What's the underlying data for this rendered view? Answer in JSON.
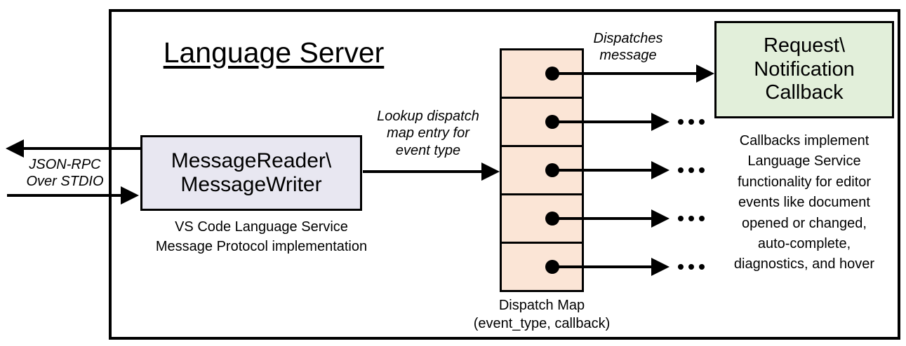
{
  "title": "Language Server",
  "io_label": [
    "JSON-RPC",
    "Over STDIO"
  ],
  "reader_box": [
    "MessageReader\\",
    "MessageWriter"
  ],
  "reader_caption": [
    "VS Code Language Service",
    "Message Protocol implementation"
  ],
  "lookup_label": [
    "Lookup dispatch",
    "map entry for",
    "event type"
  ],
  "dispatch_label": [
    "Dispatches",
    "message"
  ],
  "callback_box": [
    "Request\\",
    "Notification",
    "Callback"
  ],
  "callback_note": [
    "Callbacks implement",
    "Language Service",
    "functionality for editor",
    "events like document",
    "opened or changed,",
    "auto-complete,",
    "diagnostics, and hover"
  ],
  "map_label": [
    "Dispatch Map",
    "(event_type, callback)"
  ],
  "map_rows": 5,
  "colors": {
    "reader_fill": "#e8e7f1",
    "map_fill": "#fbe5d6",
    "callback_fill": "#e2efda",
    "line": "#000000"
  }
}
